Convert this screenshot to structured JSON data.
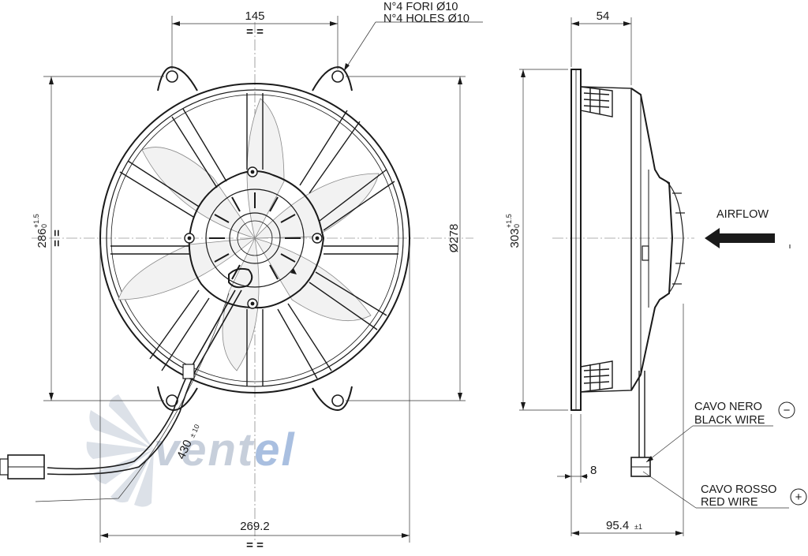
{
  "watermark": {
    "brand_main": "vent",
    "brand_accent": "el"
  },
  "front_view": {
    "holes_it": "N°4 FORI Ø10",
    "holes_en": "N°4 HOLES Ø10",
    "hole_spacing": "145",
    "height": "286",
    "height_tol_upper": "+1.5",
    "height_tol_lower": "0",
    "diameter": "Ø278",
    "width": "269.2",
    "cable_length": "430",
    "cable_tol": "± 10",
    "equal_mark": "= ="
  },
  "side_view": {
    "depth_top": "54",
    "height": "303",
    "height_tol_upper": "+1.5",
    "height_tol_lower": "0",
    "flange": "8",
    "depth_bottom": "95.4",
    "depth_bottom_tol": "±1",
    "airflow": "AIRFLOW",
    "black_wire_it": "CAVO NERO",
    "black_wire_en": "BLACK WIRE",
    "black_symbol": "−",
    "red_wire_it": "CAVO ROSSO",
    "red_wire_en": "RED WIRE",
    "red_symbol": "+"
  }
}
